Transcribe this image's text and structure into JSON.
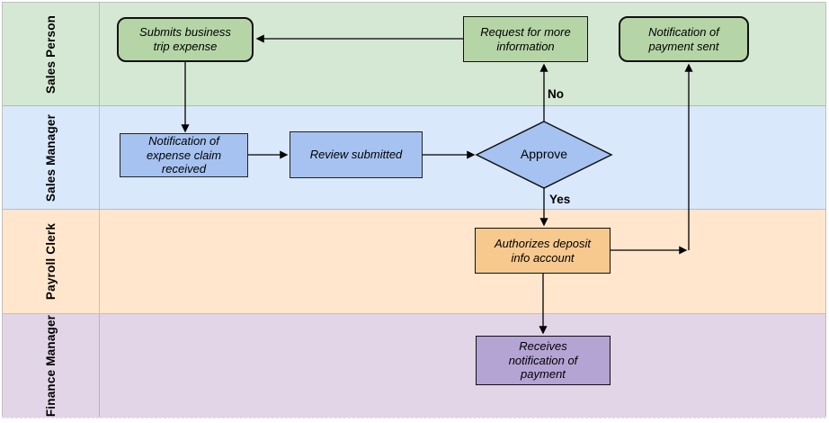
{
  "diagram": {
    "type": "swimlane-flowchart",
    "lanes": [
      {
        "label": "Sales Person",
        "color": "#d5e8d4"
      },
      {
        "label": "Sales Manager",
        "color": "#dae8fc"
      },
      {
        "label": "Payroll Clerk",
        "color": "#ffe6cc"
      },
      {
        "label": "Finance Manager",
        "color": "#e1d5e7"
      }
    ],
    "nodes": {
      "submits": {
        "label": "Submits business\ntrip expense",
        "lane": "Sales Person",
        "shape": "rounded-rect",
        "fill": "#b5d5a6"
      },
      "request": {
        "label": "Request for more\ninformation",
        "lane": "Sales Person",
        "shape": "rect",
        "fill": "#b5d5a6"
      },
      "payment_sent": {
        "label": "Notification of\npayment sent",
        "lane": "Sales Person",
        "shape": "rounded-rect",
        "fill": "#b5d5a6"
      },
      "notif_claim": {
        "label": "Notification of\nexpense claim\nreceived",
        "lane": "Sales Manager",
        "shape": "rect",
        "fill": "#a5c2f0"
      },
      "review": {
        "label": "Review submitted",
        "lane": "Sales Manager",
        "shape": "rect",
        "fill": "#a5c2f0"
      },
      "approve": {
        "label": "Approve",
        "lane": "Sales Manager",
        "shape": "diamond",
        "fill": "#a5c2f0"
      },
      "authorizes": {
        "label": "Authorizes deposit\ninfo account",
        "lane": "Payroll Clerk",
        "shape": "rect",
        "fill": "#f7c98e"
      },
      "receives": {
        "label": "Receives\nnotification of\npayment",
        "lane": "Finance Manager",
        "shape": "rect",
        "fill": "#b3a4d3"
      }
    },
    "edge_labels": {
      "no": "No",
      "yes": "Yes"
    },
    "colors": {
      "connector": "#000000",
      "node_border": "#111111",
      "lane_divider": "rgba(0,0,0,0.18)"
    }
  }
}
